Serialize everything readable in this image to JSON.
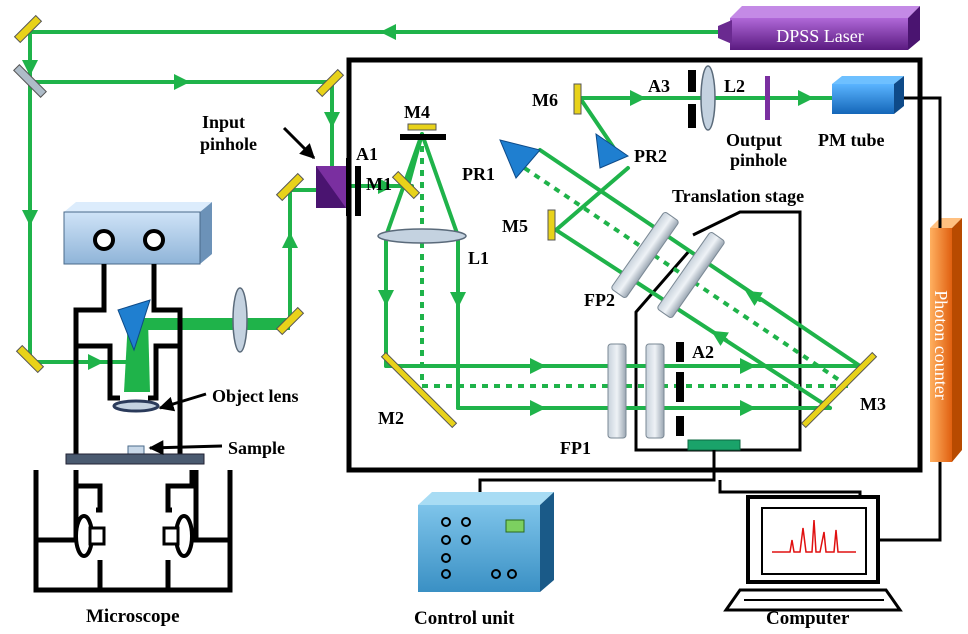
{
  "labels": {
    "laser": "DPSS Laser",
    "input_pinhole_1": "Input",
    "input_pinhole_2": "pinhole",
    "a1": "A1",
    "m1": "M1",
    "m4": "M4",
    "m6": "M6",
    "a3": "A3",
    "l2": "L2",
    "output_pinhole_1": "Output",
    "output_pinhole_2": "pinhole",
    "pm_tube": "PM tube",
    "pr1": "PR1",
    "pr2": "PR2",
    "translation_stage": "Translation stage",
    "m5": "M5",
    "l1": "L1",
    "fp2": "FP2",
    "photon_counter": "Photon counter",
    "a2": "A2",
    "m2": "M2",
    "m3": "M3",
    "fp1": "FP1",
    "object_lens": "Object lens",
    "sample": "Sample",
    "microscope": "Microscope",
    "control_unit": "Control unit",
    "computer": "Computer"
  },
  "colors": {
    "beam": "#1fb34a",
    "laser": "#7a2fa0",
    "mirror": "#e8d21a",
    "pm_tube": "#1f7fd0",
    "photon_counter": "#f07a20",
    "trace": "#e01010"
  }
}
